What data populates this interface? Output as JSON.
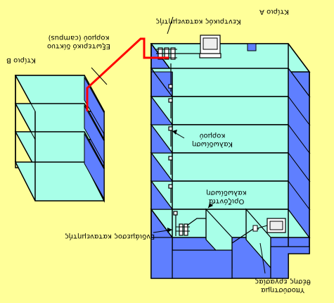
{
  "colors": {
    "background": "#ffff99",
    "floor": "#a8ffe8",
    "wall": "#5f7fff",
    "outline": "#000000",
    "backbone_cable": "#ff0000",
    "riser": "#000000"
  },
  "labels": {
    "building_a": "Κτίριο Α",
    "building_b": "Κτίριο Β",
    "main_distributor": "Κεντρικός κατανεμητής",
    "campus": "κορμού (campus)",
    "external_network": "Εξωτερικό δίκτυο",
    "backbone": "κορμού",
    "cabling": "Καλωδίωση",
    "horizontal": "Οριζόντια",
    "horizontal_cabling": "καλωδίωση",
    "floor_distributor": "Ενδιάμεσος κατανεμητής",
    "workstation": "Υποσύστημα",
    "work_area": "θέσης εργασίας"
  }
}
